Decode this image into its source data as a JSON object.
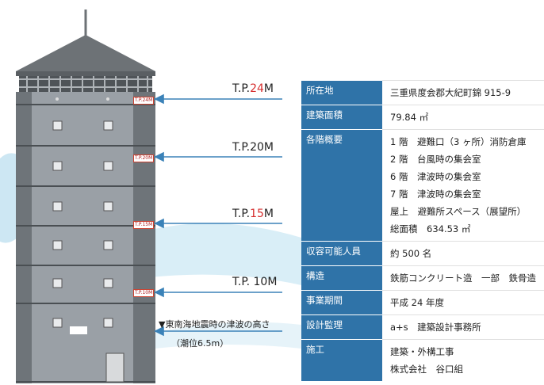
{
  "markers": [
    {
      "prefix": "T.P.",
      "num": "24",
      "unit": "M",
      "highlight": true,
      "small": "T.P.24M"
    },
    {
      "prefix": "T.P.",
      "num": "20",
      "unit": "M",
      "highlight": false,
      "small": "T.P.20M"
    },
    {
      "prefix": "T.P.",
      "num": "15",
      "unit": "M",
      "highlight": true,
      "small": "T.P.15M"
    },
    {
      "prefix": "T.P.",
      "num": " 10",
      "unit": "M",
      "highlight": false,
      "small": "T.P.10M"
    }
  ],
  "tsunami": {
    "line1": "▼東南海地震時の津波の高さ",
    "line2": "（潮位6.5m）"
  },
  "table": {
    "rows": [
      {
        "label": "所在地",
        "lines": [
          "三重県度会郡大紀町錦 915-9"
        ]
      },
      {
        "label": "建築面積",
        "lines": [
          "79.84 ㎡"
        ]
      },
      {
        "label": "各階概要",
        "lines": [
          "1 階　避難口（3 ヶ所）消防倉庫",
          "2 階　台風時の集会室",
          "6 階　津波時の集会室",
          "7 階　津波時の集会室",
          "屋上　避難所スペース（展望所）",
          "総面積　634.53 ㎡"
        ]
      },
      {
        "label": "収容可能人員",
        "lines": [
          "約 500 名"
        ]
      },
      {
        "label": "構造",
        "lines": [
          "鉄筋コンクリート造　一部　鉄骨造"
        ]
      },
      {
        "label": "事業期間",
        "lines": [
          "平成 24 年度"
        ]
      },
      {
        "label": "設計監理",
        "lines": [
          "a+s　建築設計事務所"
        ]
      },
      {
        "label": "施工",
        "lines": [
          "建築・外構工事",
          "株式会社　谷口組"
        ]
      }
    ]
  },
  "colors": {
    "building": "#9aa0a6",
    "building_dark": "#6e7479",
    "roof": "#6d7276",
    "arrow": "#3b82b8",
    "header_blue": "#2f73a8",
    "highlight": "#d62d2d"
  }
}
